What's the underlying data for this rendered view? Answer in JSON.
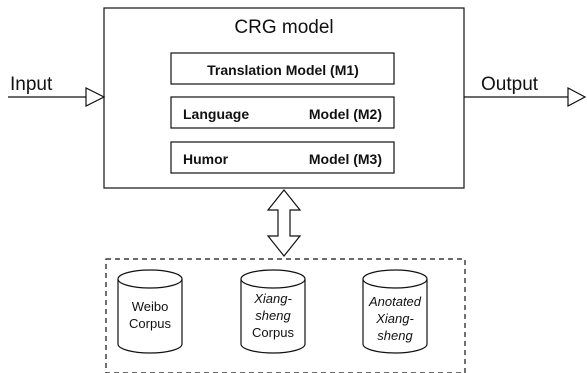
{
  "title": "CRG model",
  "io": {
    "input": "Input",
    "output": "Output"
  },
  "models": [
    {
      "name": "Translation Model (M1)"
    },
    {
      "left": "Language",
      "right": "Model (M2)"
    },
    {
      "left": "Humor",
      "right": "Model (M3)"
    }
  ],
  "corpora": [
    {
      "lines": [
        "Weibo",
        "Corpus"
      ],
      "italic": [
        false,
        false
      ]
    },
    {
      "lines": [
        "Xiang-",
        "sheng",
        "Corpus"
      ],
      "italic": [
        true,
        true,
        false
      ]
    },
    {
      "lines": [
        "Anotated",
        "Xiang-",
        "sheng"
      ],
      "italic": [
        true,
        true,
        true
      ]
    }
  ]
}
